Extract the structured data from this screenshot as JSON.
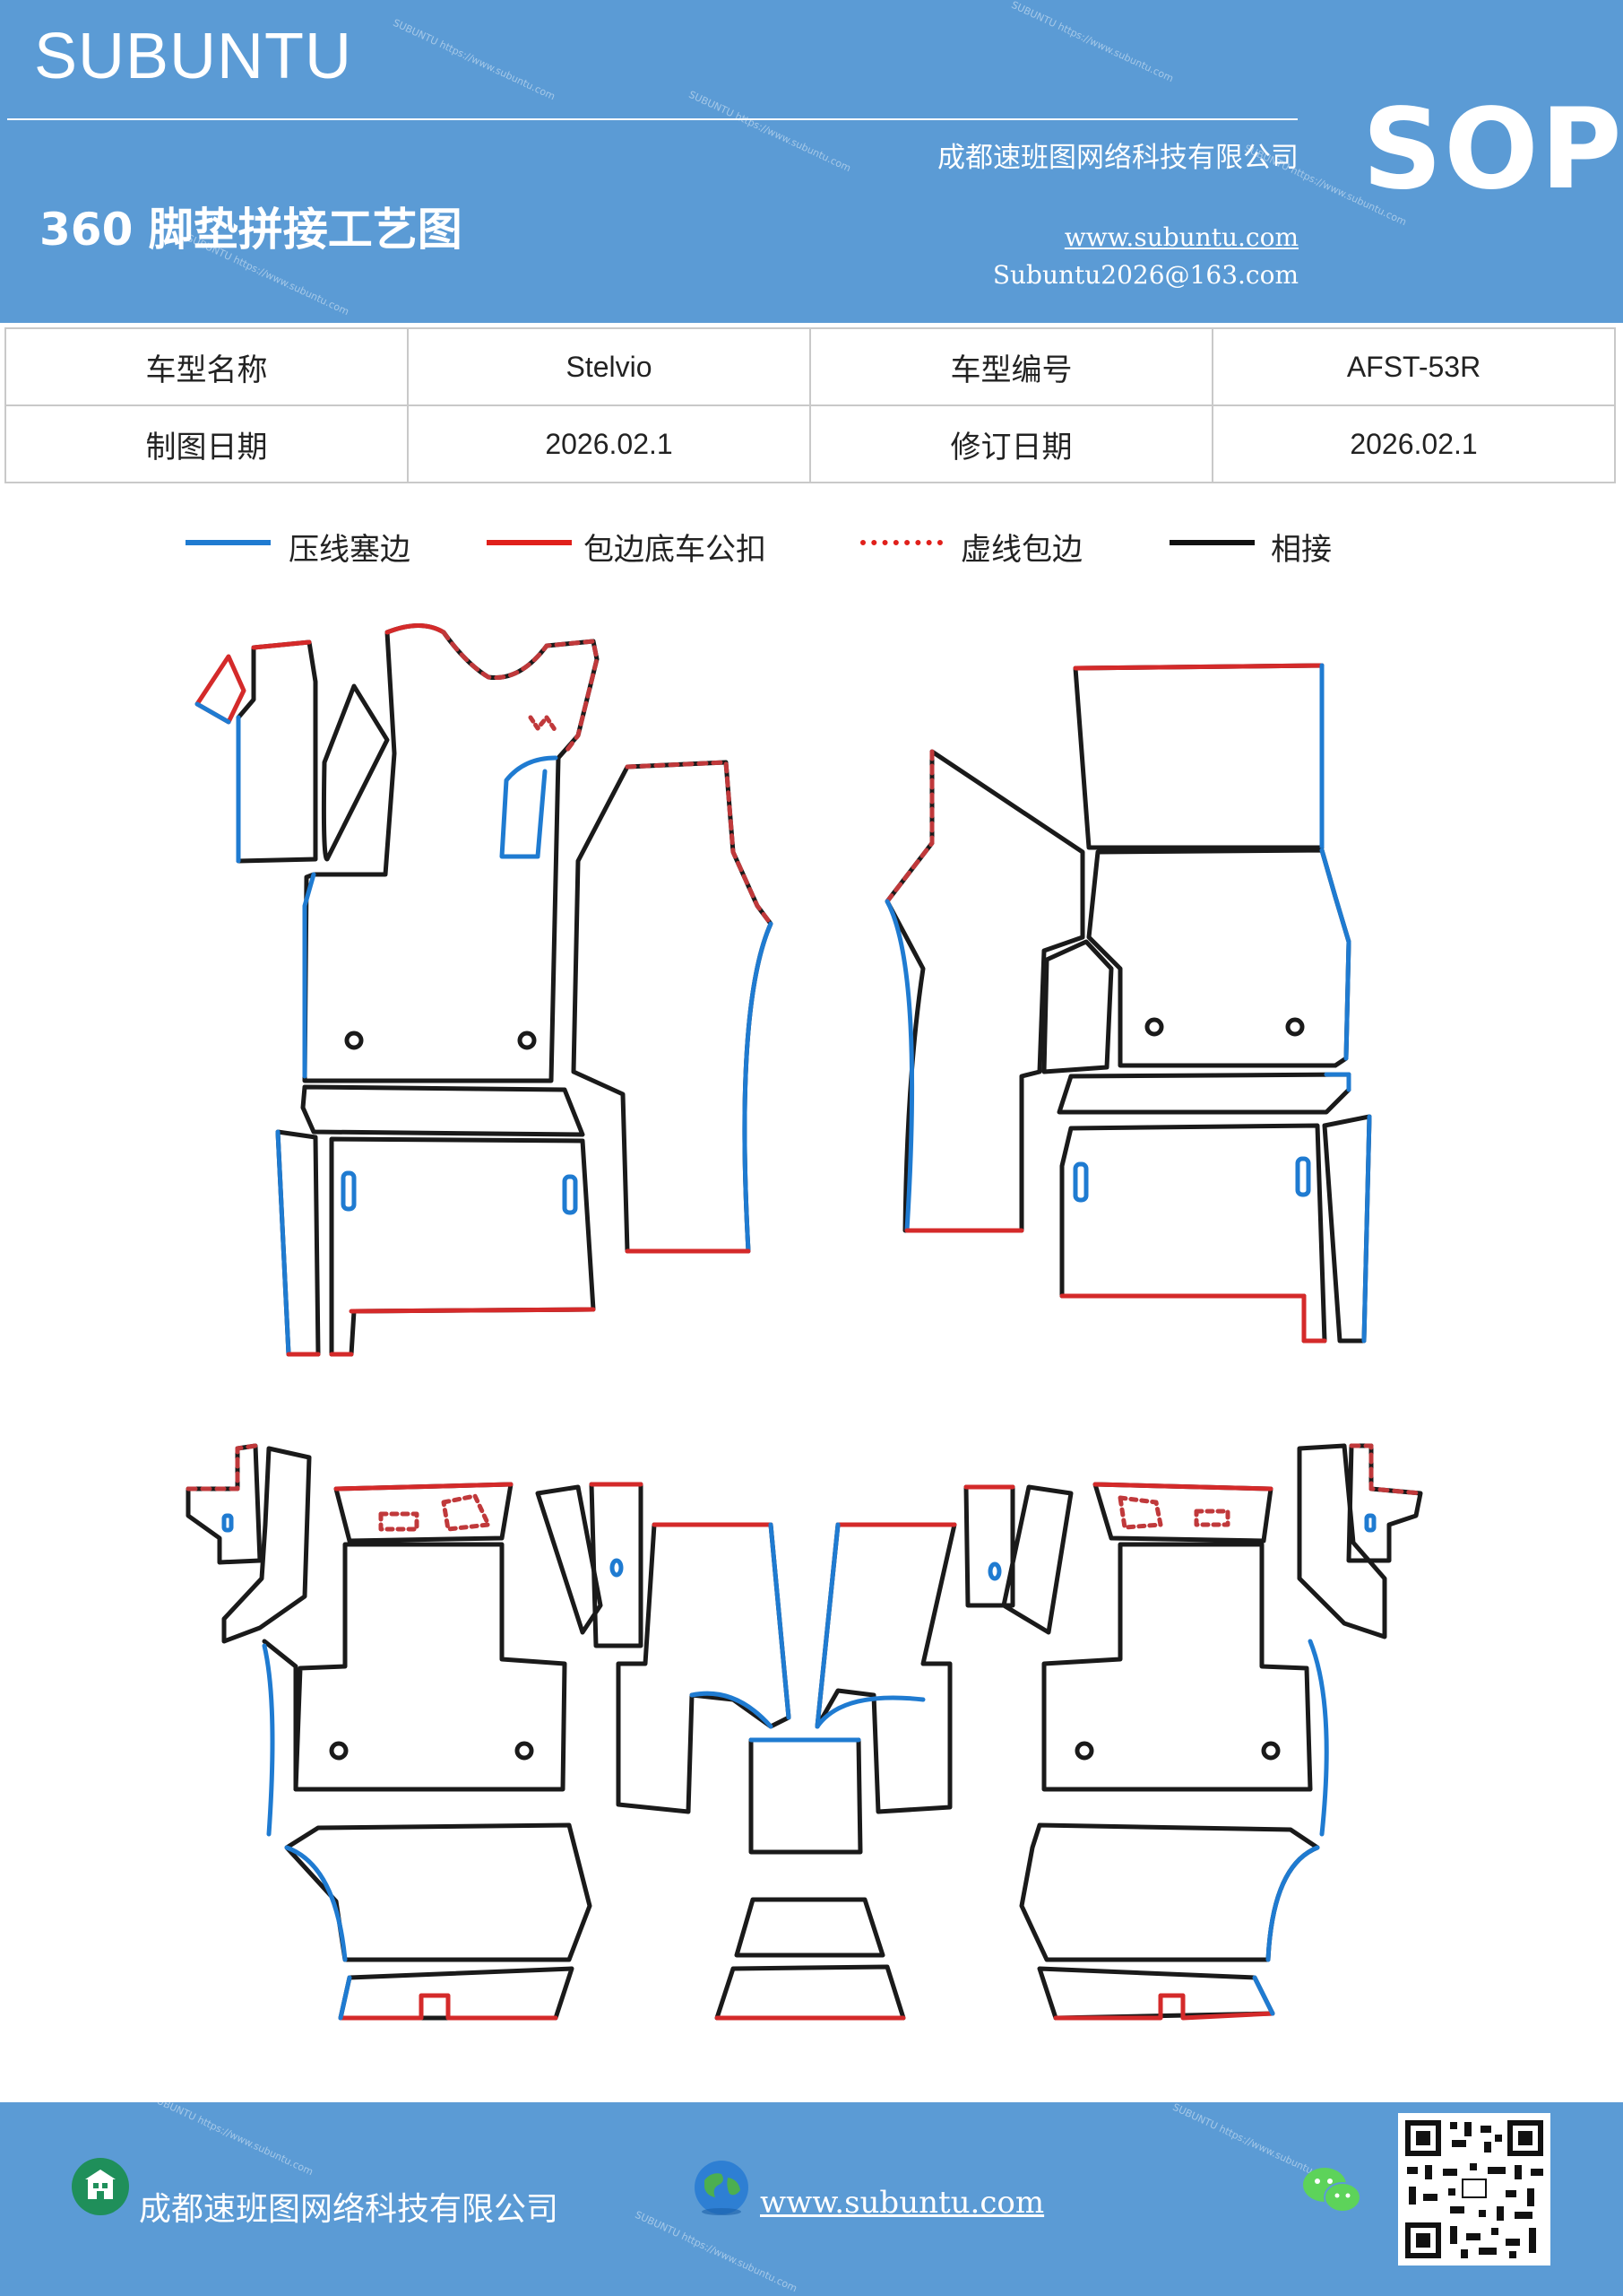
{
  "header": {
    "brand": "SUBUNTU",
    "company": "成都速班图网络科技有限公司",
    "title": "360 脚垫拼接工艺图",
    "website": "www.subuntu.com",
    "email": "Subuntu2026@163.com",
    "badge": "SOP",
    "watermark": "SUBUNTU https://www.subuntu.com"
  },
  "info": {
    "row1": {
      "label1": "车型名称",
      "value1": "Stelvio",
      "label2": "车型编号",
      "value2": "AFST-53R"
    },
    "row2": {
      "label1": "制图日期",
      "value1": "2026.02.1",
      "label2": "修订日期",
      "value2": "2026.02.1"
    }
  },
  "legend": [
    {
      "label": "压线塞边",
      "color": "#1f7bd1",
      "style": "solid"
    },
    {
      "label": "包边底车公扣",
      "color": "#e0201b",
      "style": "solid"
    },
    {
      "label": "虚线包边",
      "color": "#e0201b",
      "style": "dotted"
    },
    {
      "label": "相接",
      "color": "#111111",
      "style": "solid"
    }
  ],
  "colors": {
    "blue": "#1f7bd1",
    "red": "#d42a2a",
    "dashed": "#c0393b",
    "black": "#1a1a1a",
    "band": "#5b9bd5"
  },
  "footer": {
    "company": "成都速班图网络科技有限公司",
    "website": "www.subuntu.com",
    "icons": [
      "building-icon",
      "globe-icon",
      "wechat-icon",
      "qr-code"
    ]
  }
}
